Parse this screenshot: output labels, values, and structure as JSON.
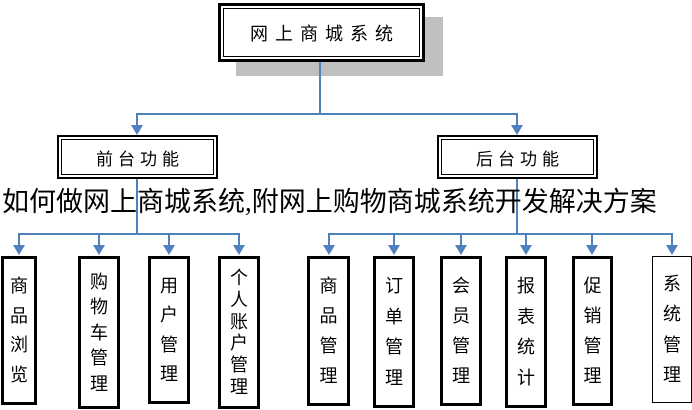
{
  "diagram": {
    "root": {
      "label": "网上商城系统"
    },
    "branches": [
      {
        "label": "前台功能",
        "children": [
          "商品浏览",
          "购物车管理",
          "用户管理",
          "个人账户管理"
        ]
      },
      {
        "label": "后台功能",
        "children": [
          "商品管理",
          "订单管理",
          "会员管理",
          "报表统计",
          "促销管理",
          "系统管理"
        ]
      }
    ],
    "overlay_text": "如何做网上商城系统,附网上购物商城系统开发解决方案",
    "colors": {
      "connector": "#4f81bd",
      "border": "#000000",
      "shadow": "#bfbfbf",
      "background": "#ffffff"
    }
  }
}
